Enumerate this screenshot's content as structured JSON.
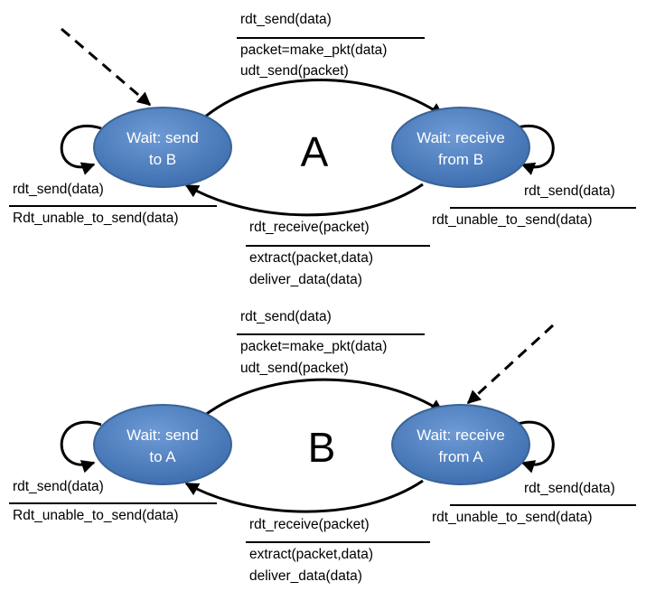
{
  "colors": {
    "state_fill": "#4f81bd",
    "state_stroke": "#3a6496",
    "line": "#000000",
    "text_on_state": "#ffffff"
  },
  "machines": [
    {
      "name": "A",
      "left_state": [
        "Wait: send",
        "to B"
      ],
      "right_state": [
        "Wait: receive",
        "from B"
      ],
      "top_transition": {
        "event": "rdt_send(data)",
        "actions": [
          "packet=make_pkt(data)",
          "udt_send(packet)"
        ]
      },
      "bottom_transition": {
        "event": "rdt_receive(packet)",
        "actions": [
          "extract(packet,data)",
          "deliver_data(data)"
        ]
      },
      "left_self_loop": {
        "event": "rdt_send(data)",
        "action": "Rdt_unable_to_send(data)"
      },
      "right_self_loop": {
        "event": "rdt_send(data)",
        "action": "rdt_unable_to_send(data)"
      },
      "initial_state": "left"
    },
    {
      "name": "B",
      "left_state": [
        "Wait: send",
        "to A"
      ],
      "right_state": [
        "Wait: receive",
        "from A"
      ],
      "top_transition": {
        "event": "rdt_send(data)",
        "actions": [
          "packet=make_pkt(data)",
          "udt_send(packet)"
        ]
      },
      "bottom_transition": {
        "event": "rdt_receive(packet)",
        "actions": [
          "extract(packet,data)",
          "deliver_data(data)"
        ]
      },
      "left_self_loop": {
        "event": "rdt_send(data)",
        "action": "Rdt_unable_to_send(data)"
      },
      "right_self_loop": {
        "event": "rdt_send(data)",
        "action": "rdt_unable_to_send(data)"
      },
      "initial_state": "right"
    }
  ]
}
